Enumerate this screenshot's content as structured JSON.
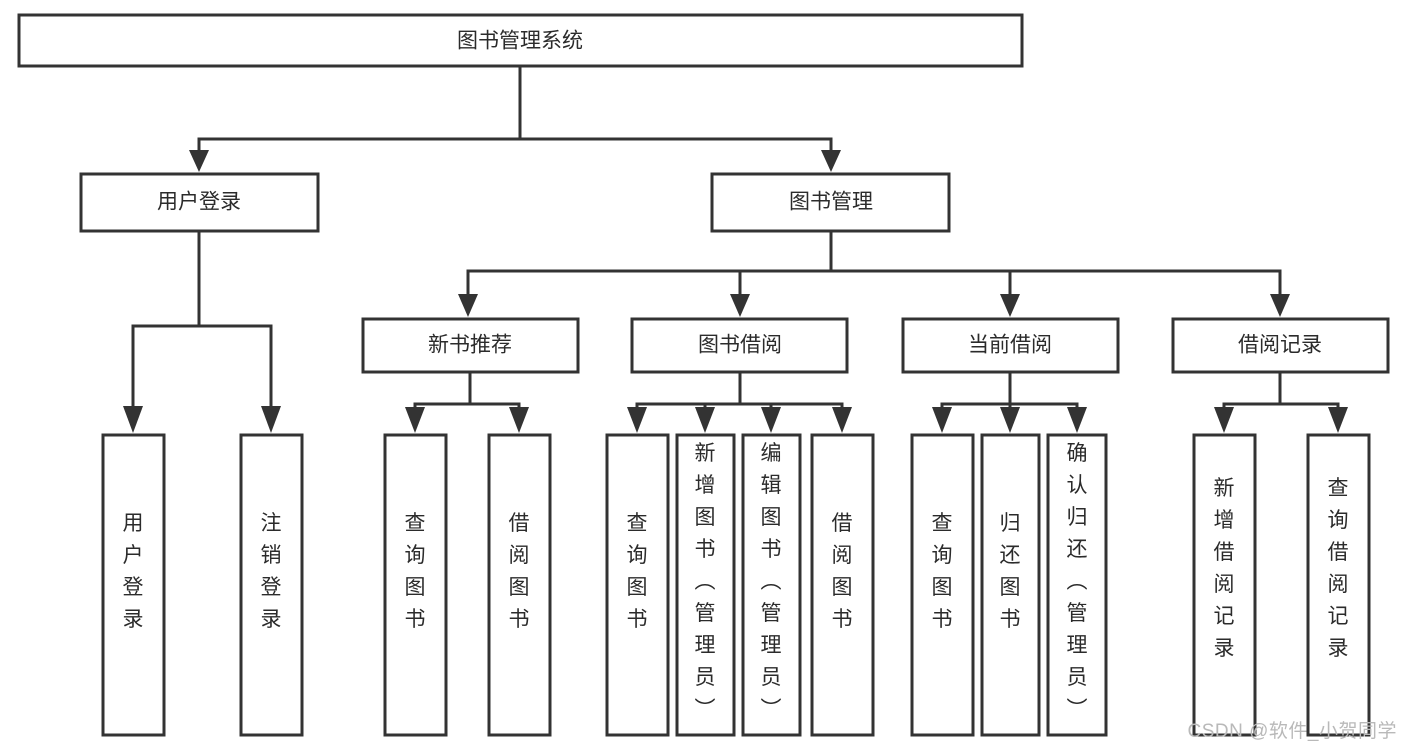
{
  "diagram": {
    "title": "图书管理系统",
    "watermark": "CSDN @软件_小贺同学",
    "style": {
      "stroke_color": "#333333",
      "box_fill": "#ffffff",
      "text_color": "#2b2b2b",
      "background": "#ffffff",
      "watermark_color": "#b9b9b9"
    },
    "root": {
      "label": "图书管理系统"
    },
    "level2": [
      {
        "label": "用户登录"
      },
      {
        "label": "图书管理"
      }
    ],
    "level3": [
      {
        "label": "新书推荐"
      },
      {
        "label": "图书借阅"
      },
      {
        "label": "当前借阅"
      },
      {
        "label": "借阅记录"
      }
    ],
    "leaves": {
      "user_login": [
        {
          "label": "用户登录"
        },
        {
          "label": "注销登录"
        }
      ],
      "new_book_recommend": [
        {
          "label": "查询图书"
        },
        {
          "label": "借阅图书"
        }
      ],
      "book_borrow": [
        {
          "label": "查询图书"
        },
        {
          "label": "新增图书（管理员）"
        },
        {
          "label": "编辑图书（管理员）"
        },
        {
          "label": "借阅图书"
        }
      ],
      "current_borrow": [
        {
          "label": "查询图书"
        },
        {
          "label": "归还图书"
        },
        {
          "label": "确认归还（管理员）"
        }
      ],
      "borrow_record": [
        {
          "label": "新增借阅记录"
        },
        {
          "label": "查询借阅记录"
        }
      ]
    }
  }
}
